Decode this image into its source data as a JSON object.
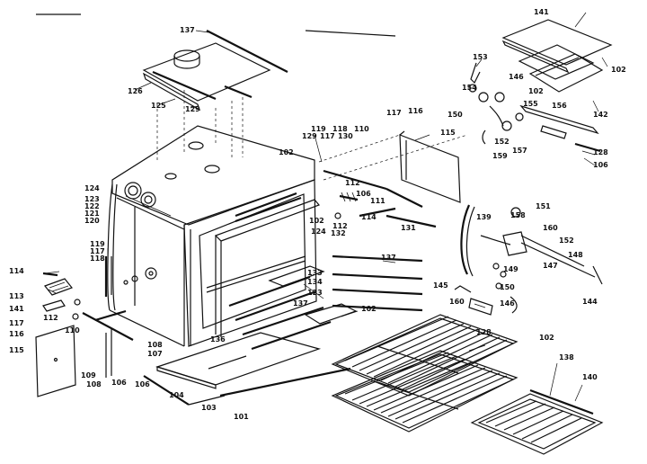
{
  "diagram": {
    "part_labels": [
      "137",
      "126",
      "125",
      "129",
      "141",
      "102",
      "142",
      "153",
      "154",
      "146",
      "102",
      "156",
      "150",
      "155",
      "152",
      "157",
      "159",
      "128",
      "106",
      "117",
      "116",
      "115",
      "119",
      "118",
      "110",
      "129",
      "117",
      "130",
      "102",
      "124",
      "123",
      "122",
      "121",
      "120",
      "112",
      "106",
      "111",
      "114",
      "131",
      "102",
      "124",
      "112",
      "132",
      "119",
      "117",
      "118",
      "114",
      "113",
      "141",
      "112",
      "110",
      "117",
      "116",
      "115",
      "109",
      "108",
      "106",
      "133",
      "134",
      "123",
      "137",
      "137",
      "136",
      "108",
      "107",
      "106",
      "104",
      "103",
      "101",
      "102",
      "102",
      "138",
      "140",
      "139",
      "158",
      "151",
      "160",
      "152",
      "148",
      "147",
      "149",
      "150",
      "146",
      "145",
      "144",
      "160",
      "128",
      "152",
      "143"
    ]
  }
}
